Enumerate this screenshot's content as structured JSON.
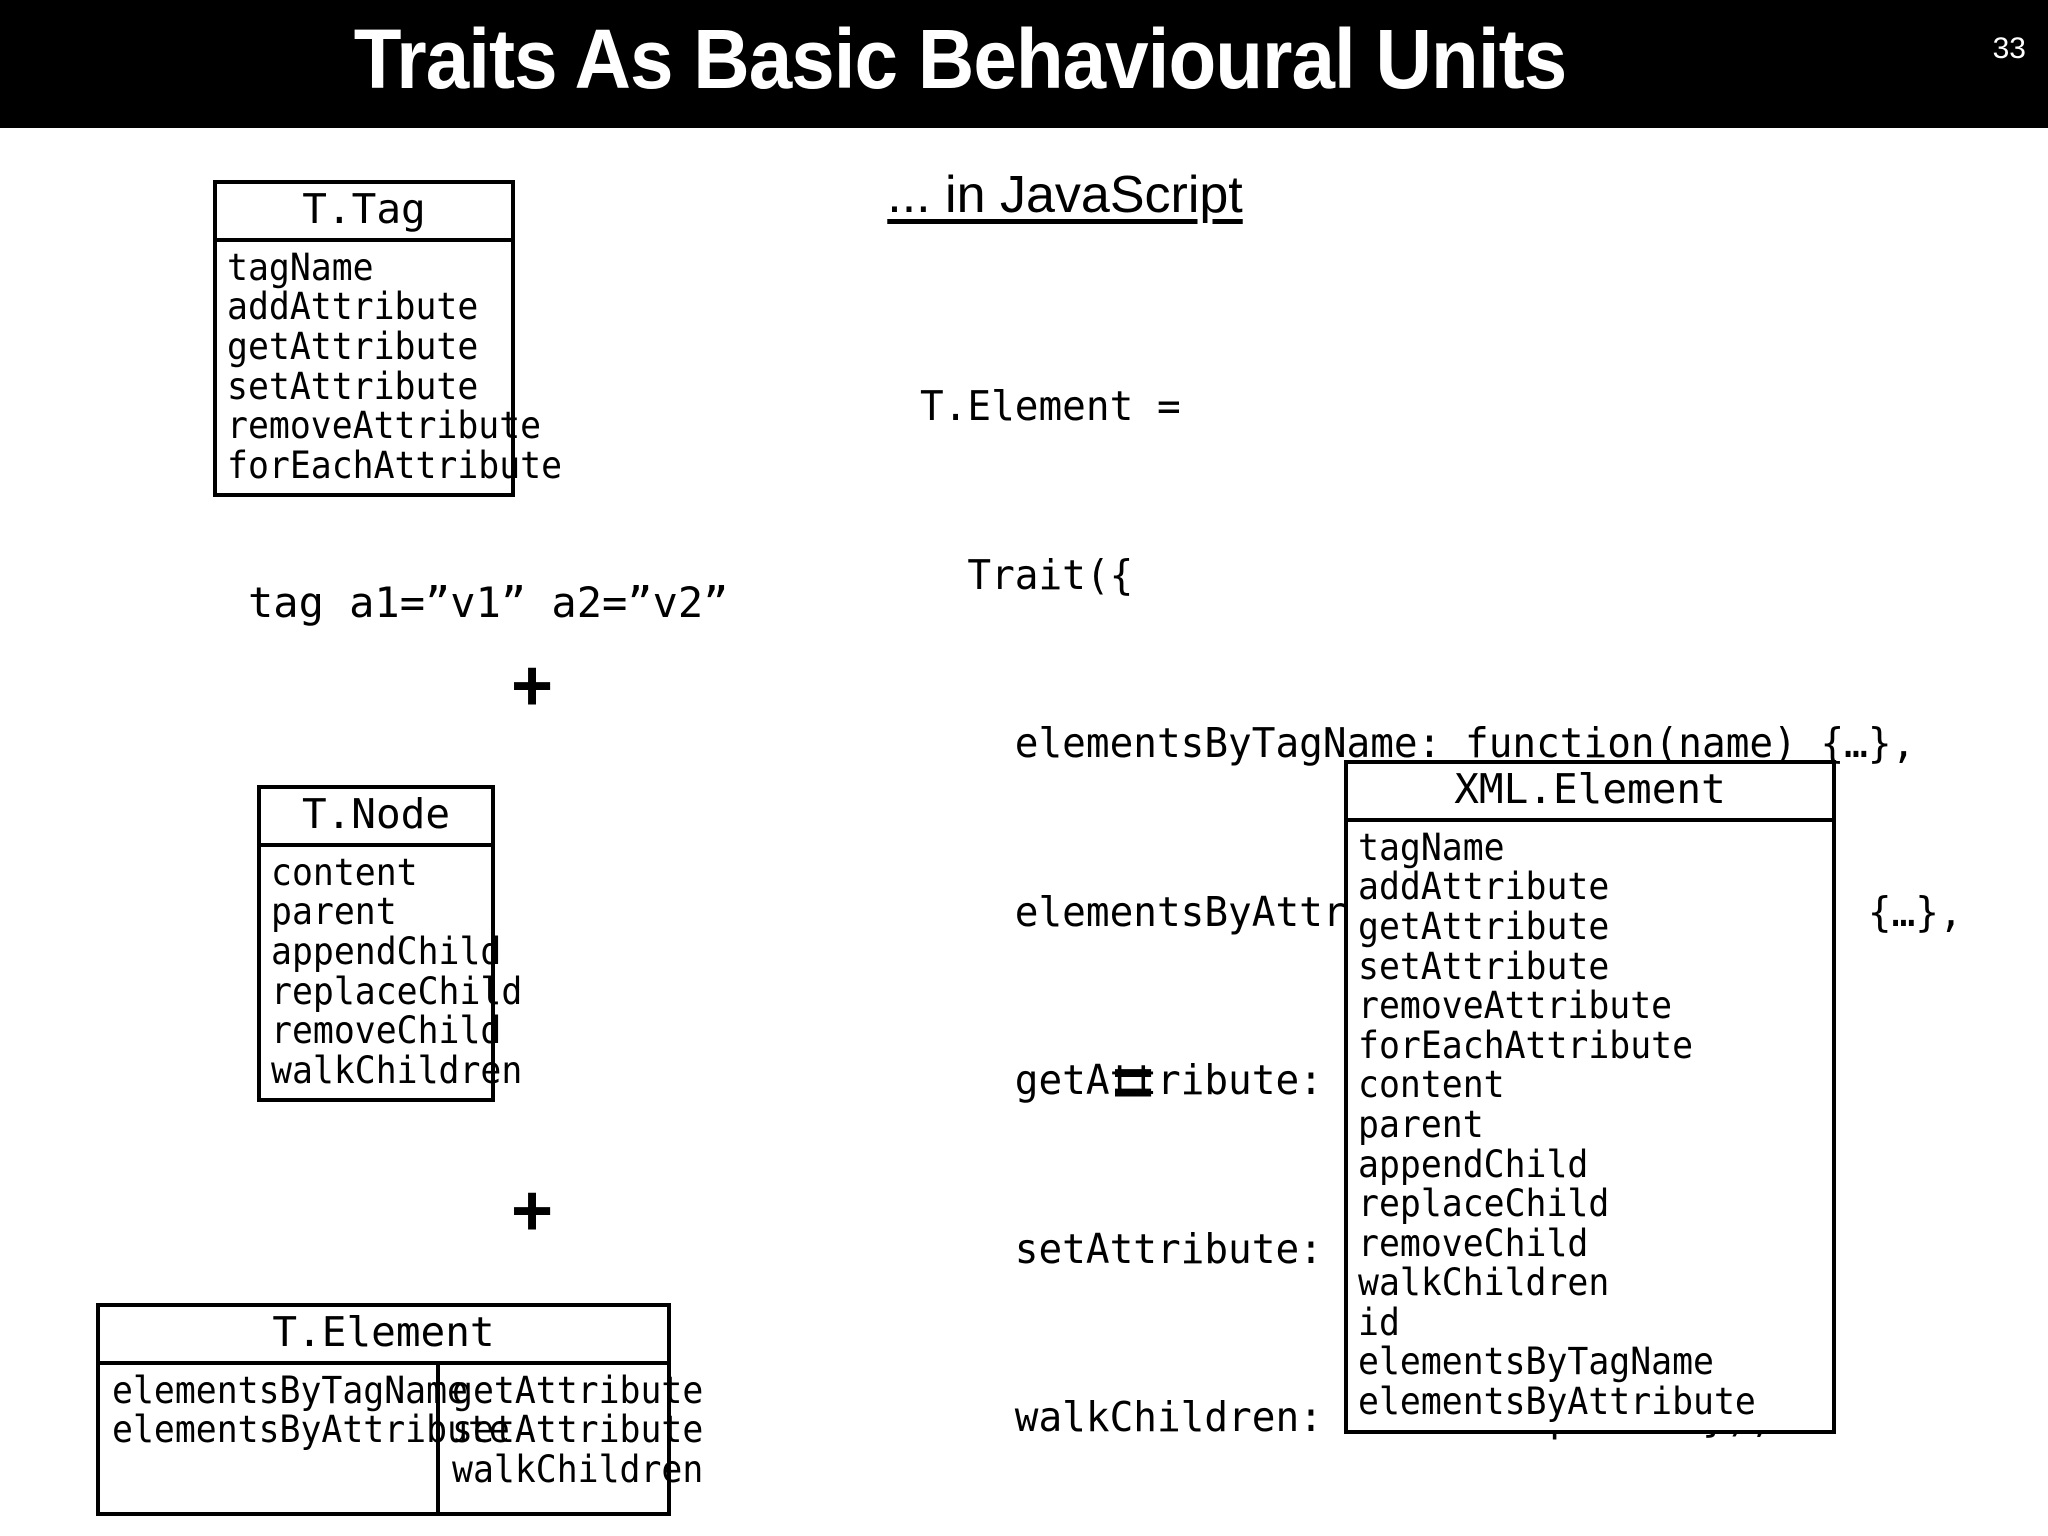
{
  "slide": {
    "title": "Traits As Basic Behavioural Units",
    "page_number": "33",
    "title_bar_color": "#000000",
    "title_text_color": "#ffffff",
    "background_color": "#ffffff"
  },
  "left_column": {
    "trait_tag": {
      "title": "T.Tag",
      "members": [
        "tagName",
        "addAttribute",
        "getAttribute",
        "setAttribute",
        "removeAttribute",
        "forEachAttribute"
      ]
    },
    "tag_sample": "tag a1=”v1” a2=”v2”",
    "operator_1": "+",
    "trait_node": {
      "title": "T.Node",
      "members": [
        "content",
        "parent",
        "appendChild",
        "replaceChild",
        "removeChild",
        "walkChildren"
      ]
    },
    "operator_2": "+",
    "trait_element": {
      "title": "T.Element",
      "provided": [
        "elementsByTagName",
        "elementsByAttribute"
      ],
      "required": [
        "getAttribute",
        "setAttribute",
        "walkChildren"
      ]
    }
  },
  "right_column": {
    "heading": "... in JavaScript",
    "code_lines": [
      "T.Element =",
      "  Trait({",
      "    elementsByTagName: function(name) {…},",
      "    elementsByAttribute: function(attr) {…},",
      "    getAttribute: Trait.required,",
      "    setAttribute: Trait.required,",
      "    walkChildren: Trait.required });"
    ],
    "operator_equals": "=",
    "xml_element": {
      "title": "XML.Element",
      "members": [
        "tagName",
        "addAttribute",
        "getAttribute",
        "setAttribute",
        "removeAttribute",
        "forEachAttribute",
        "content",
        "parent",
        "appendChild",
        "replaceChild",
        "removeChild",
        "walkChildren",
        "id",
        "elementsByTagName",
        "elementsByAttribute"
      ]
    }
  }
}
